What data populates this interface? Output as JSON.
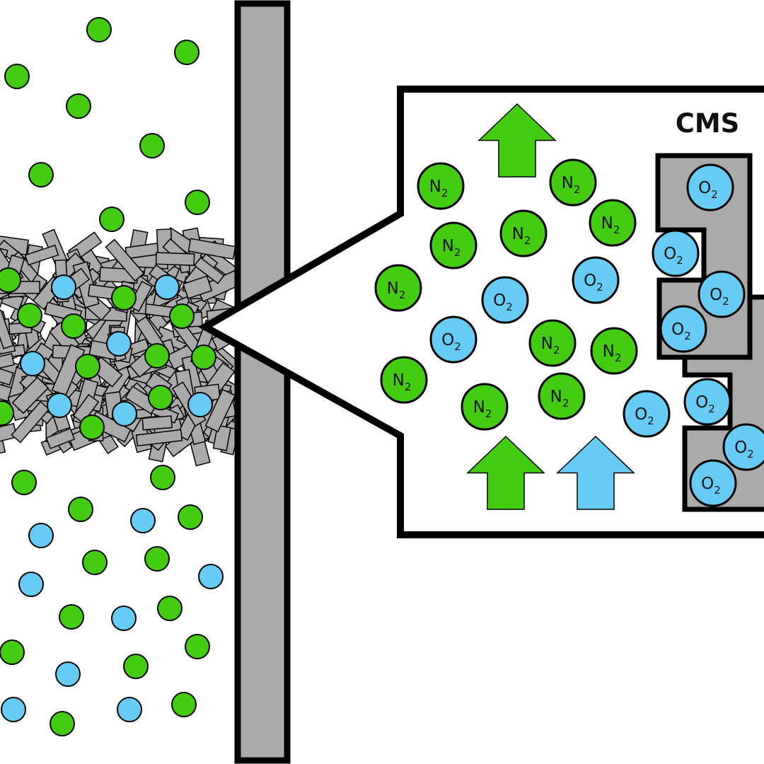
{
  "labels": {
    "cms": "CMS",
    "n2": "N",
    "o2": "O",
    "subscript": "2"
  },
  "colors": {
    "nitrogen": "#44cc11",
    "oxygen": "#66ccf5",
    "sieve": "#aaaaaa",
    "outline": "#000000",
    "background": "#ffffff"
  }
}
